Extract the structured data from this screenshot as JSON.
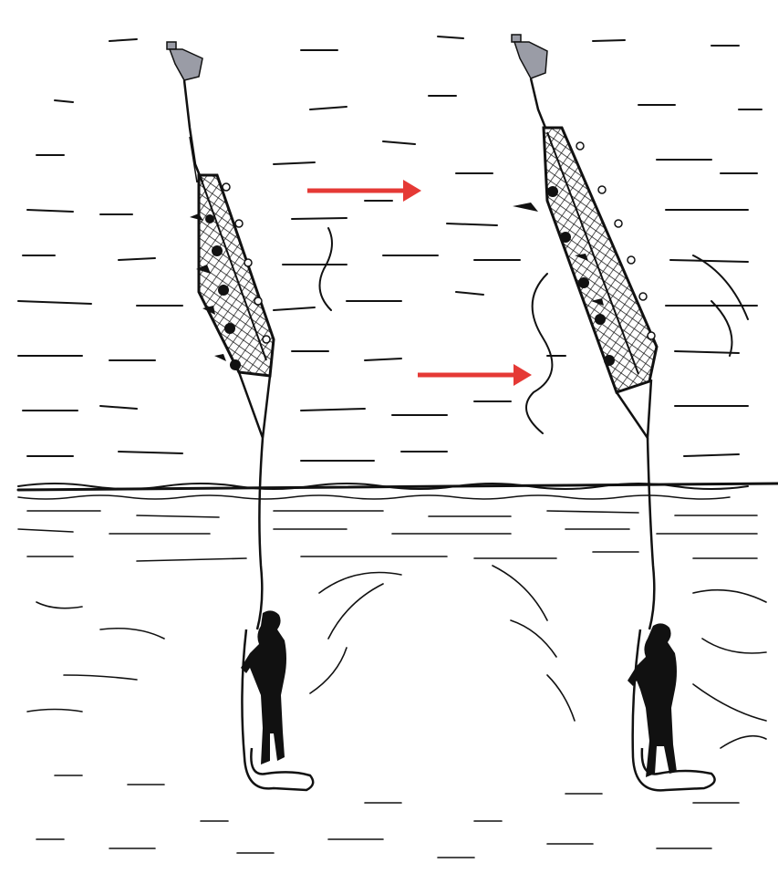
{
  "figure": {
    "background": "#ffffff",
    "ink_color": "#111111",
    "arrow_color": "#e53935",
    "float_color": "#9a9ca6",
    "panels": [
      {
        "id": "before",
        "icons": [
          "float-icon",
          "rope-icon",
          "net-icon",
          "person-silhouette-icon",
          "coiled-rope-icon"
        ]
      },
      {
        "id": "after",
        "icons": [
          "float-icon",
          "rope-icon",
          "net-icon",
          "person-silhouette-icon",
          "coiled-rope-icon"
        ]
      }
    ],
    "arrows": [
      {
        "id": "current-arrow-upper",
        "direction": "right"
      },
      {
        "id": "current-arrow-lower",
        "direction": "right"
      }
    ]
  }
}
